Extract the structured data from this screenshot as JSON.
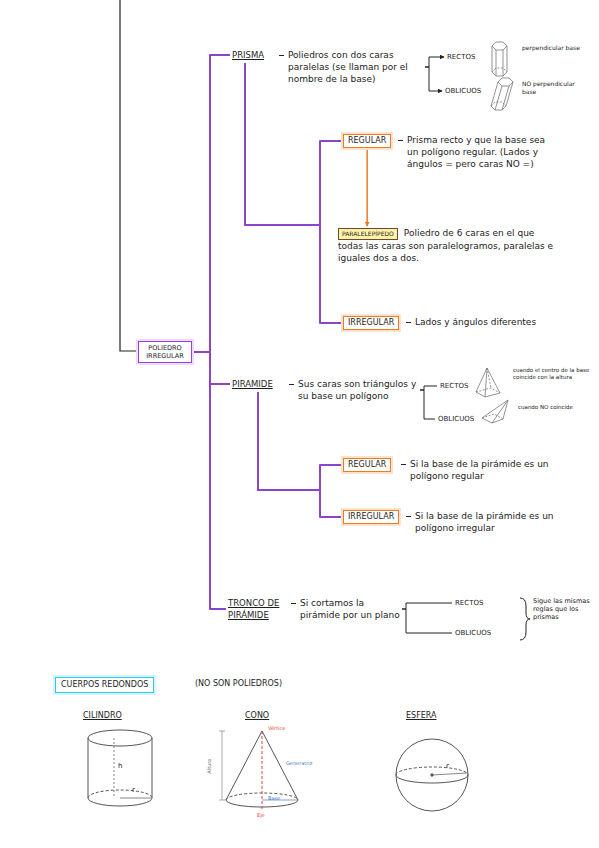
{
  "diagram": {
    "nodes": [
      {
        "text": [
          "POLIEDRO IRREGULAR"
        ]
      },
      {
        "text": [
          "PRISMA",
          "Poliedros con dos caras paralelas (se llaman por el nombre de la base)"
        ]
      },
      {
        "text": [
          "RECTOS"
        ]
      },
      {
        "text": [
          "OBLICUOS"
        ]
      },
      {
        "text": [
          "REGULAR",
          "Prisma recto y que la base sea un polígono regular. (Lados y ángulos = pero caras NO =)"
        ]
      },
      {
        "text": [
          "PARALELEPÍPEDO",
          "Poliedro de 6 caras en el que todas las caras son paralelogramos, paralelas e iguales dos a dos."
        ]
      },
      {
        "text": [
          "IRREGULAR",
          "Lados y ángulos diferentes"
        ]
      },
      {
        "text": [
          "PIRAMIDE",
          "Sus caras son triángulos y su base un polígono"
        ]
      },
      {
        "text": [
          "RECTOS"
        ]
      },
      {
        "text": [
          "OBLICUOS"
        ]
      },
      {
        "text": [
          "REGULAR",
          "Si la base de la pirámide es un polígono regular"
        ]
      },
      {
        "text": [
          "IRREGULAR",
          "Si la base de la pirámide es un polígono irregular"
        ]
      },
      {
        "text": [
          "TRONCO DE PIRÁMIDE",
          "Si cortamos la pirámide por un plano"
        ]
      },
      {
        "text": [
          "RECTOS"
        ]
      },
      {
        "text": [
          "OBLICUOS"
        ]
      },
      {
        "text": [
          "CUERPOS REDONDOS"
        ]
      }
    ],
    "edges": [
      {
        "from": 0,
        "to": 1,
        "arrow": "none"
      },
      {
        "from": 0,
        "to": 7,
        "arrow": "none"
      },
      {
        "from": 0,
        "to": 12,
        "arrow": "none"
      },
      {
        "from": 1,
        "to": 2,
        "arrow": "to"
      },
      {
        "from": 1,
        "to": 3,
        "arrow": "to"
      },
      {
        "from": 1,
        "to": 4,
        "arrow": "none"
      },
      {
        "from": 1,
        "to": 6,
        "arrow": "none"
      },
      {
        "from": 4,
        "to": 5,
        "arrow": "to"
      },
      {
        "from": 7,
        "to": 8,
        "arrow": "none"
      },
      {
        "from": 7,
        "to": 9,
        "arrow": "none"
      },
      {
        "from": 7,
        "to": 10,
        "arrow": "none"
      },
      {
        "from": 7,
        "to": 11,
        "arrow": "none"
      },
      {
        "from": 12,
        "to": 13,
        "arrow": "none"
      },
      {
        "from": 12,
        "to": 14,
        "arrow": "none"
      }
    ],
    "labels": [
      "perpendicular base",
      "NO perpendicular base",
      "cuando el centro de la base coincide con la altura",
      "cuando NO coincide",
      "Sigue las mismas reglas que los prismas",
      "(NO SON POLIEDROS)",
      "CILINDRO",
      "CONO",
      "ESFERA",
      "h",
      "r",
      "Vértice",
      "Generatriz",
      "Altura",
      "Base",
      "Eje",
      "r"
    ]
  }
}
